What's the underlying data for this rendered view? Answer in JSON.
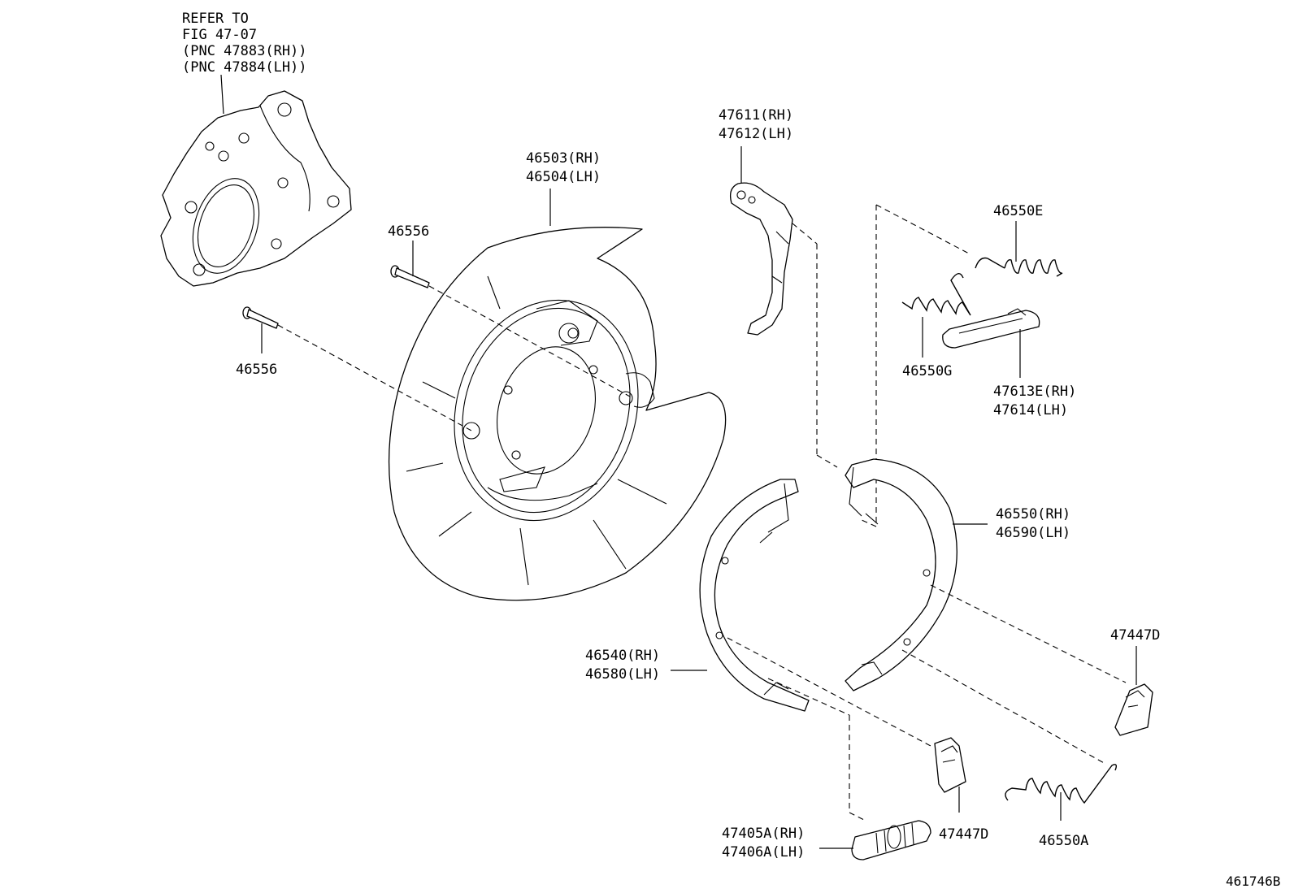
{
  "figure_id": "461746B",
  "note": {
    "line1": "REFER TO",
    "line2": "FIG 47-07",
    "line3": "(PNC 47883(RH))",
    "line4": "(PNC 47884(LH))"
  },
  "callouts": {
    "backing_plate": {
      "rh": "46503(RH)",
      "lh": "46504(LH)"
    },
    "bolt_upper": "46556",
    "bolt_lower": "46556",
    "lever": {
      "rh": "47611(RH)",
      "lh": "47612(LH)"
    },
    "spring_e": "46550E",
    "spring_g": "46550G",
    "strut": {
      "rh": "47613E(RH)",
      "lh": "47614(LH)"
    },
    "shoe_rear": {
      "rh": "46550(RH)",
      "lh": "46590(LH)"
    },
    "shoe_front": {
      "rh": "46540(RH)",
      "lh": "46580(LH)"
    },
    "clip_right": "47447D",
    "clip_center": "47447D",
    "adjuster": {
      "rh": "47405A(RH)",
      "lh": "47406A(LH)"
    },
    "spring_a": "46550A"
  }
}
